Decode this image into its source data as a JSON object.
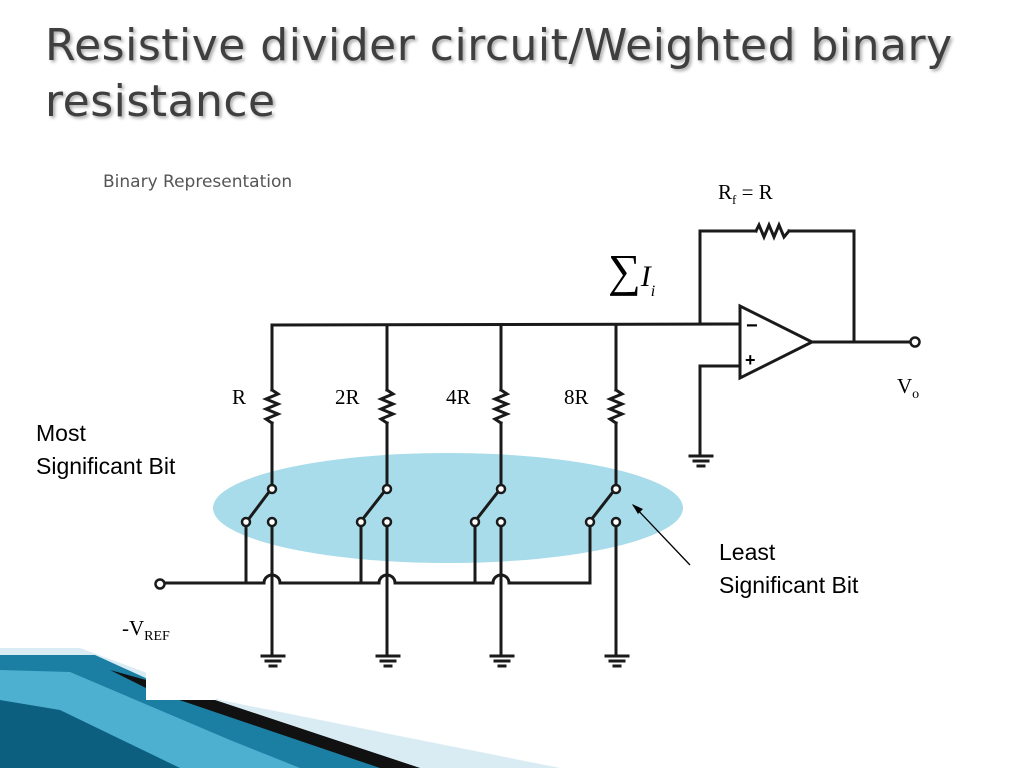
{
  "slide": {
    "title": "Resistive divider circuit/Weighted binary resistance",
    "subtitle": "Binary Representation"
  },
  "annotations": {
    "msb": [
      "Most",
      "Significant Bit"
    ],
    "lsb": [
      "Least",
      "Significant Bit"
    ]
  },
  "circuit": {
    "feedback_resistor": {
      "r": "R",
      "sub": "f",
      "rest": " = R"
    },
    "sum_label": {
      "symbol": "∑",
      "var": "I",
      "sub": "i"
    },
    "output": {
      "v": "V",
      "sub": "o"
    },
    "reference": {
      "v": "-V",
      "sub": "REF"
    },
    "opamp": {
      "minus": "−",
      "plus": "+"
    },
    "resistors": [
      "R",
      "2R",
      "4R",
      "8R"
    ]
  },
  "colors": {
    "highlight": "#a8dcea",
    "title": "#3f3f3f",
    "wave_dark": "#1a7fa3",
    "wave_light": "#d9ecf3"
  }
}
